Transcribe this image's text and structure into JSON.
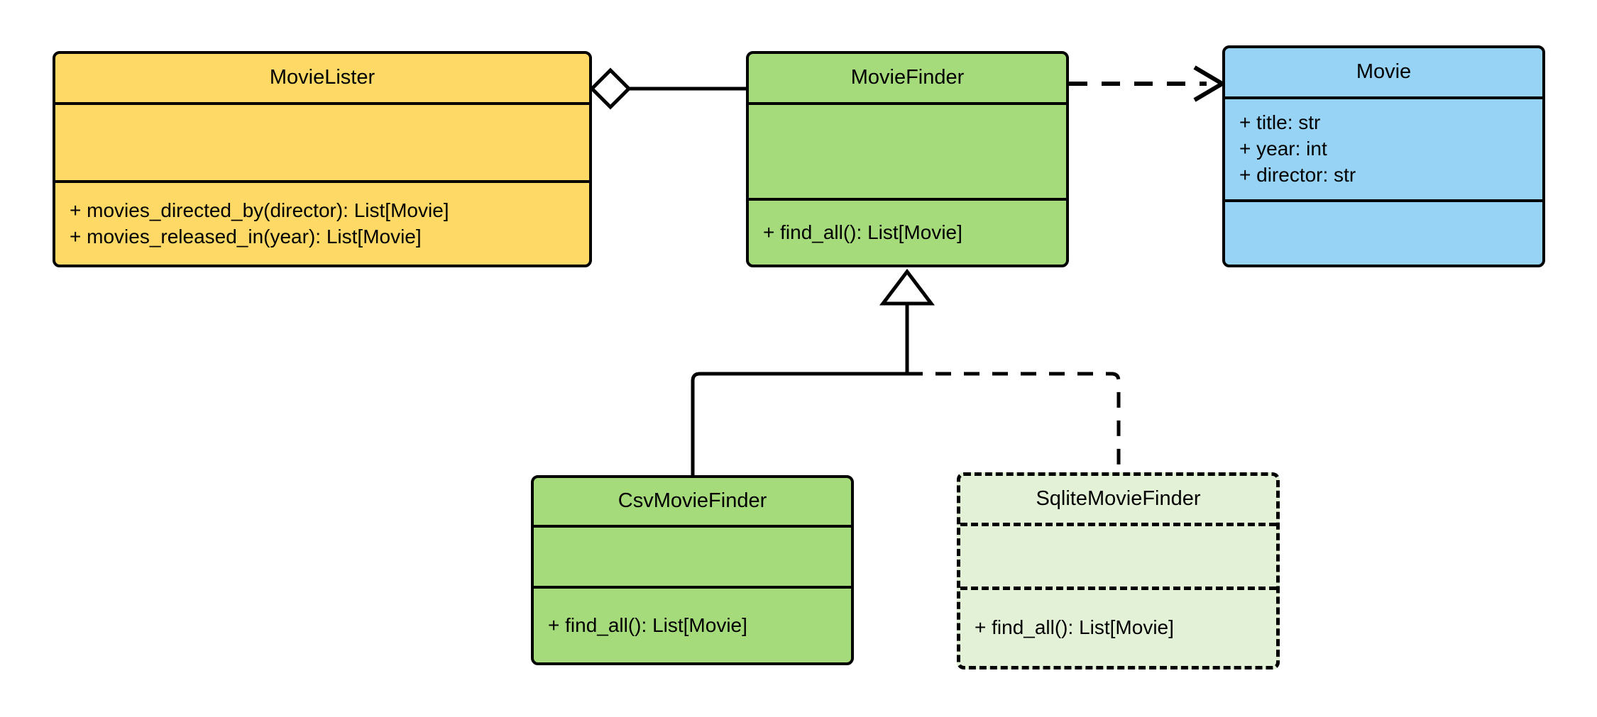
{
  "diagram": {
    "type": "uml-class-diagram",
    "background": "#ffffff",
    "stroke": "#000000",
    "classes": [
      {
        "id": "movielister",
        "name": "MovieLister",
        "fill": "#FFD966",
        "border": "solid",
        "attributes": [],
        "operations": [
          "+ movies_directed_by(director): List[Movie]",
          "+ movies_released_in(year): List[Movie]"
        ]
      },
      {
        "id": "moviefinder",
        "name": "MovieFinder",
        "fill": "#A5DB7A",
        "border": "solid",
        "attributes": [],
        "operations": [
          "+ find_all(): List[Movie]"
        ]
      },
      {
        "id": "movie",
        "name": "Movie",
        "fill": "#97D3F5",
        "border": "solid",
        "attributes": [
          "+ title: str",
          "+ year: int",
          "+ director: str"
        ],
        "operations": []
      },
      {
        "id": "csvmoviefinder",
        "name": "CsvMovieFinder",
        "fill": "#A5DB7A",
        "border": "solid",
        "attributes": [],
        "operations": [
          "+ find_all(): List[Movie]"
        ]
      },
      {
        "id": "sqlitemoviefinder",
        "name": "SqliteMovieFinder",
        "fill": "#E3F2D7",
        "border": "dashed",
        "attributes": [],
        "operations": [
          "+ find_all(): List[Movie]"
        ]
      }
    ],
    "relationships": [
      {
        "id": "aggregation-movielister-moviefinder",
        "kind": "aggregation",
        "from": "MovieLister",
        "to": "MovieFinder",
        "line": "solid",
        "end_marker": "hollow-diamond"
      },
      {
        "id": "dependency-moviefinder-movie",
        "kind": "dependency",
        "from": "MovieFinder",
        "to": "Movie",
        "line": "dashed",
        "end_marker": "open-arrow"
      },
      {
        "id": "generalization-csvmoviefinder-moviefinder",
        "kind": "generalization",
        "from": "CsvMovieFinder",
        "to": "MovieFinder",
        "line": "solid",
        "end_marker": "hollow-triangle"
      },
      {
        "id": "generalization-sqlitemoviefinder-moviefinder",
        "kind": "generalization",
        "from": "SqliteMovieFinder",
        "to": "MovieFinder",
        "line": "dashed",
        "end_marker": "hollow-triangle"
      }
    ]
  }
}
